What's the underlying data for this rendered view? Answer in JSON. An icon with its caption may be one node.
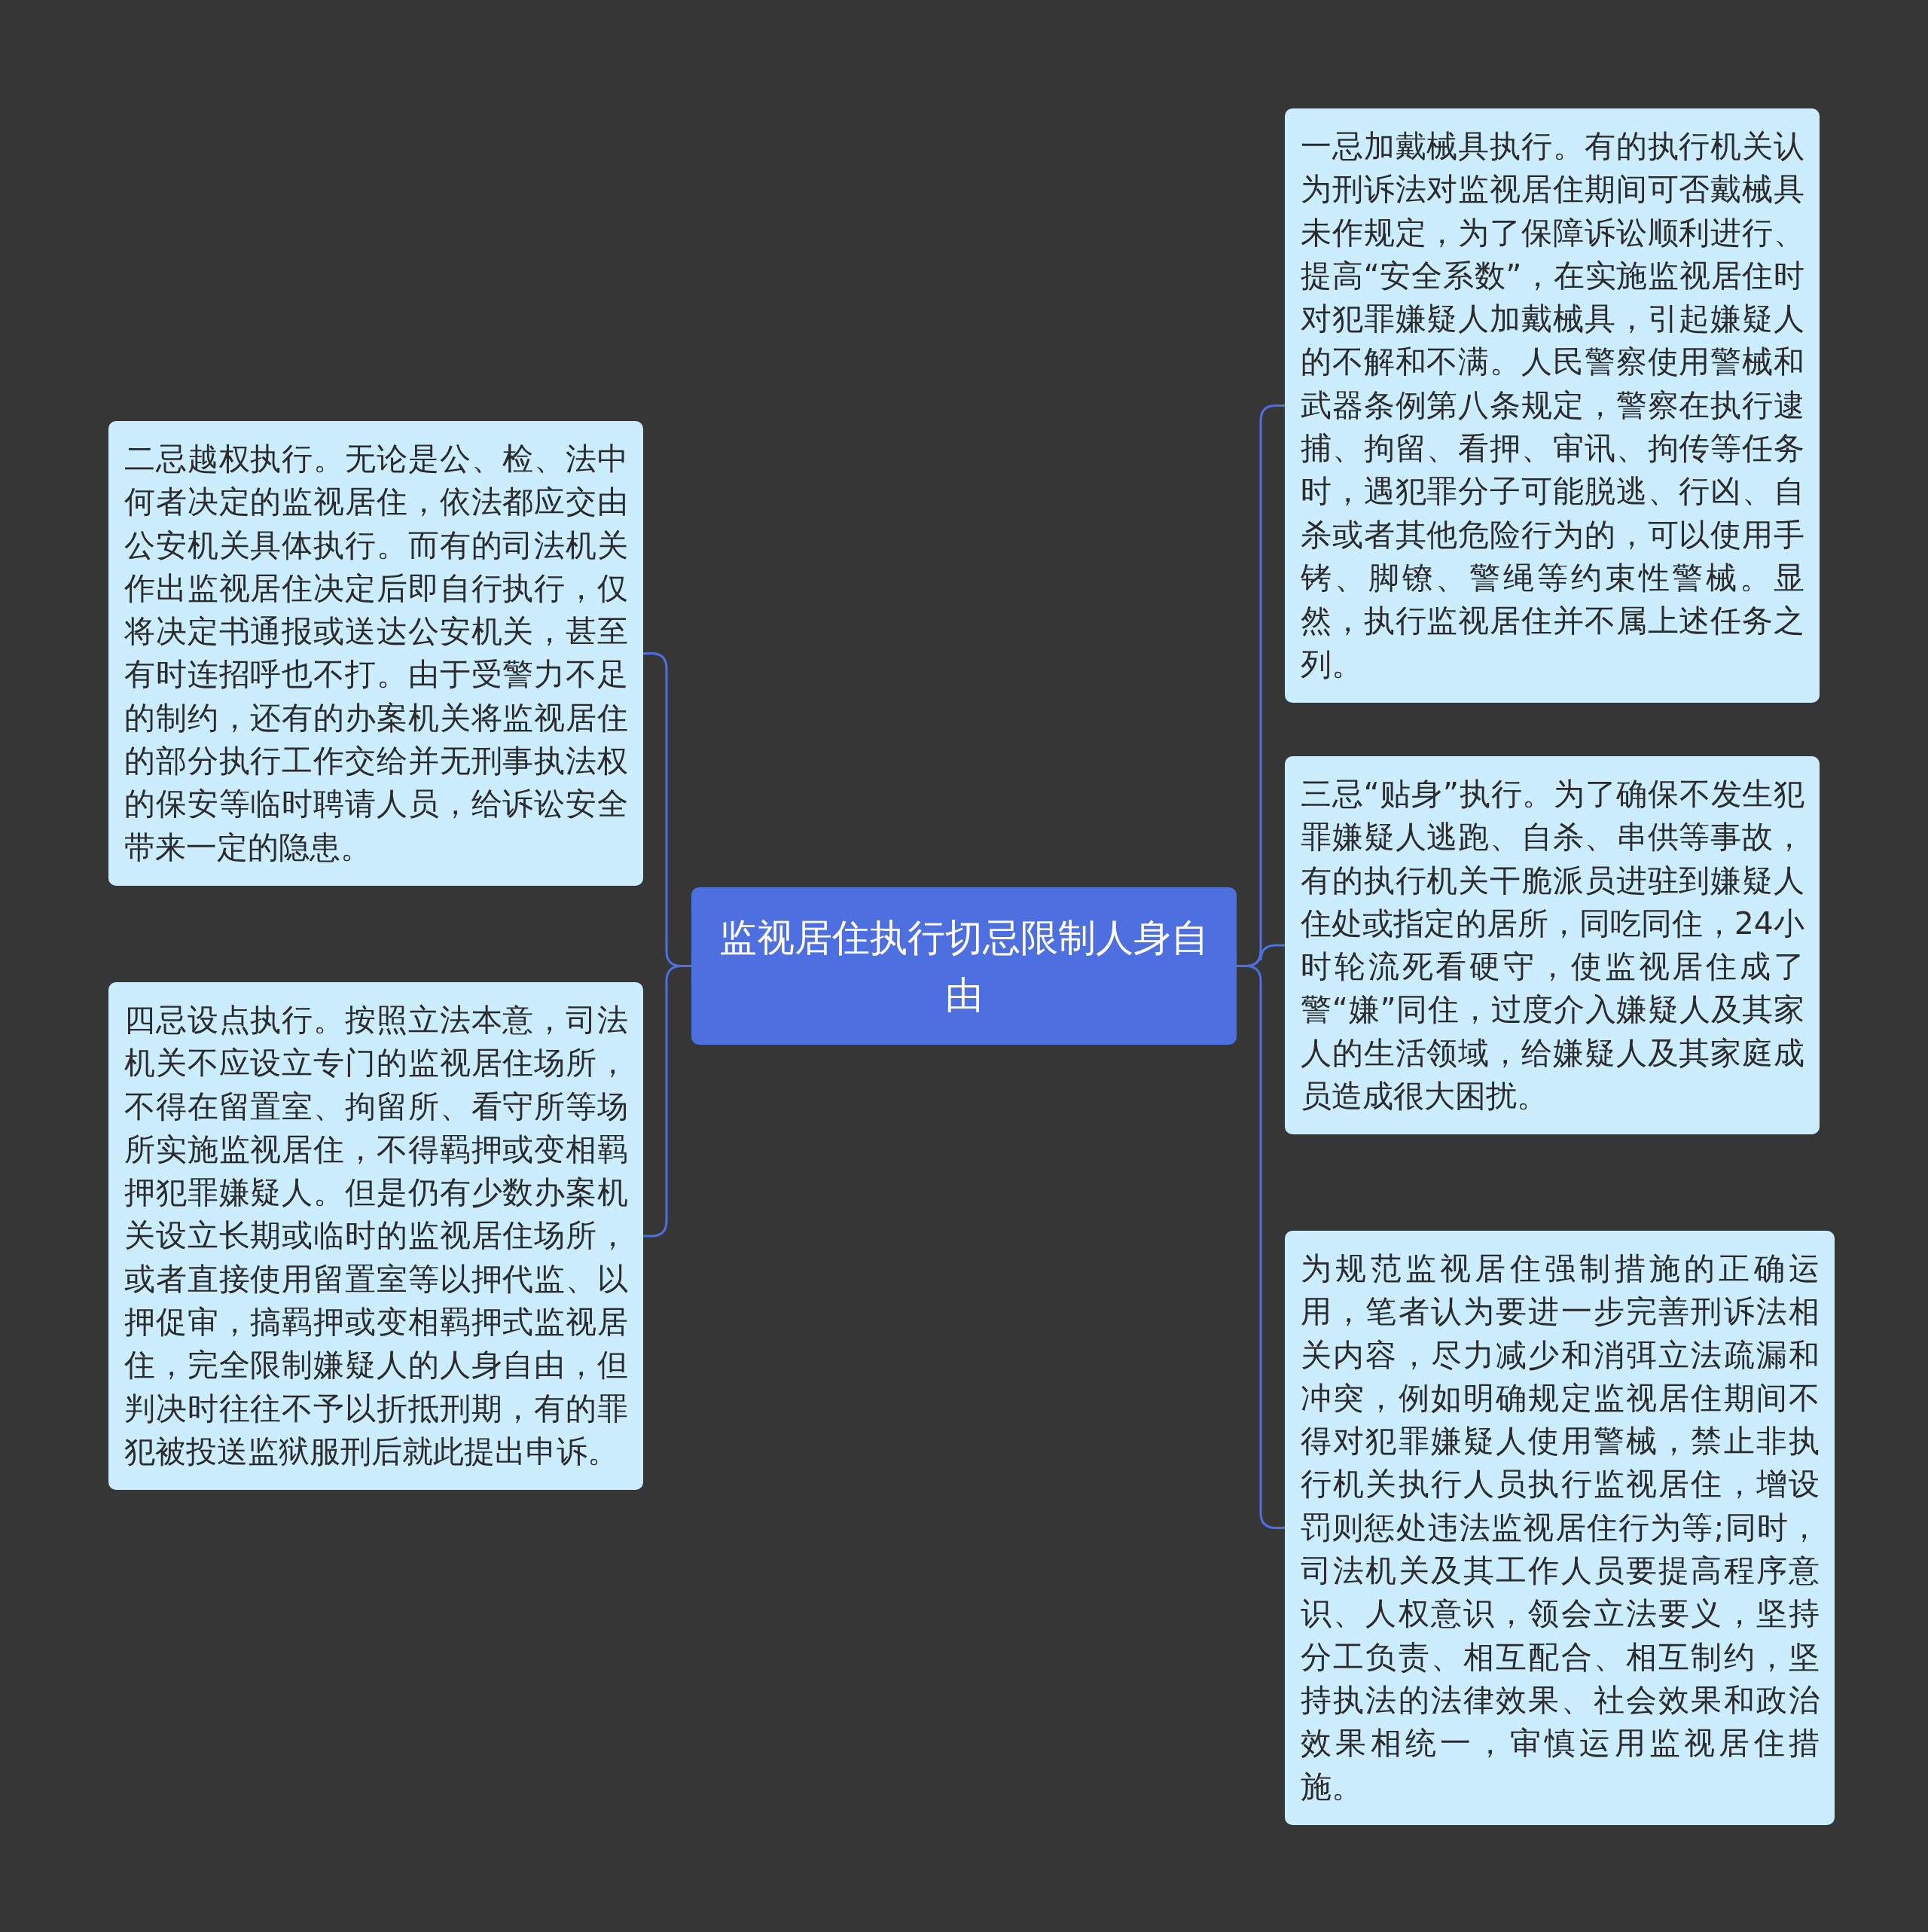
{
  "diagram": {
    "nodes": [
      {
        "text": [
          "监视居住执行切忌限制人身自由"
        ]
      },
      {
        "text": [
          "一忌加戴械具执行。有的执行机关认为刑诉法对监视居住期间可否戴械具未作规定，为了保障诉讼顺利进行、提高“安全系数”，在实施监视居住时对犯罪嫌疑人加戴械具，引起嫌疑人的不解和不满。人民警察使用警械和武器条例第八条规定，警察在执行逮捕、拘留、看押、审讯、拘传等任务时，遇犯罪分子可能脱逃、行凶、自杀或者其他危险行为的，可以使用手铐、脚镣、警绳等约束性警械。显然，执行监视居住并不属上述任务之列。"
        ]
      },
      {
        "text": [
          "二忌越权执行。无论是公、检、法中何者决定的监视居住，依法都应交由公安机关具体执行。而有的司法机关作出监视居住决定后即自行执行，仅将决定书通报或送达公安机关，甚至有时连招呼也不打。由于受警力不足的制约，还有的办案机关将监视居住的部分执行工作交给并无刑事执法权的保安等临时聘请人员，给诉讼安全带来一定的隐患。"
        ]
      },
      {
        "text": [
          "三忌“贴身”执行。为了确保不发生犯罪嫌疑人逃跑、自杀、串供等事故，有的执行机关干脆派员进驻到嫌疑人住处或指定的居所，同吃同住，24小时轮流死看硬守，使监视居住成了警“嫌”同住，过度介入嫌疑人及其家人的生活领域，给嫌疑人及其家庭成员造成很大困扰。"
        ]
      },
      {
        "text": [
          "四忌设点执行。按照立法本意，司法机关不应设立专门的监视居住场所，不得在留置室、拘留所、看守所等场所实施监视居住，不得羁押或变相羁押犯罪嫌疑人。但是仍有少数办案机关设立长期或临时的监视居住场所，或者直接使用留置室等以押代监、以押促审，搞羁押或变相羁押式监视居住，完全限制嫌疑人的人身自由，但判决时往往不予以折抵刑期，有的罪犯被投送监狱服刑后就此提出申诉。"
        ]
      },
      {
        "text": [
          "为规范监视居住强制措施的正确运用，笔者认为要进一步完善刑诉法相关内容，尽力减少和消弭立法疏漏和冲突，例如明确规定监视居住期间不得对犯罪嫌疑人使用警械，禁止非执行机关执行人员执行监视居住，增设罚则惩处违法监视居住行为等;同时，司法机关及其工作人员要提高程序意识、人权意识，领会立法要义，坚持分工负责、相互配合、相互制约，坚持执法的法律效果、社会效果和政治效果相统一，审慎运用监视居住措施。"
        ]
      }
    ],
    "edges": [
      {
        "from": 0,
        "to": 1,
        "arrow": "none"
      },
      {
        "from": 0,
        "to": 2,
        "arrow": "none"
      },
      {
        "from": 0,
        "to": 3,
        "arrow": "none"
      },
      {
        "from": 0,
        "to": 4,
        "arrow": "none"
      },
      {
        "from": 0,
        "to": 5,
        "arrow": "none"
      }
    ]
  }
}
